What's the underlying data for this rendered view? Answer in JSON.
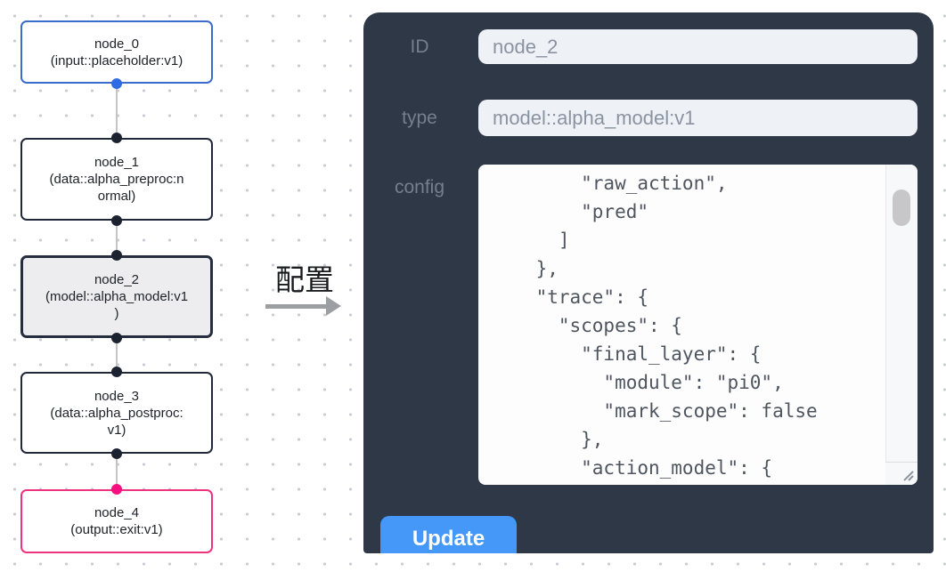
{
  "canvas": {
    "nodes": [
      {
        "id": "node_0",
        "title": "node_0",
        "subtitle": "(input::placeholder:v1)",
        "variant": "input"
      },
      {
        "id": "node_1",
        "title": "node_1",
        "subtitle": "(data::alpha_preproc:n\normal)",
        "variant": "default"
      },
      {
        "id": "node_2",
        "title": "node_2",
        "subtitle": "(model::alpha_model:v1\n)",
        "variant": "selected"
      },
      {
        "id": "node_3",
        "title": "node_3",
        "subtitle": "(data::alpha_postproc:\nv1)",
        "variant": "default"
      },
      {
        "id": "node_4",
        "title": "node_4",
        "subtitle": "(output::exit:v1)",
        "variant": "output"
      }
    ]
  },
  "annotation": {
    "label": "配置"
  },
  "panel": {
    "fields": [
      {
        "label": "ID",
        "value": "node_2"
      },
      {
        "label": "type",
        "value": "model::alpha_model:v1"
      }
    ],
    "config_label": "config",
    "config_text": "        \"raw_action\",\n        \"pred\"\n      ]\n    },\n    \"trace\": {\n      \"scopes\": {\n        \"final_layer\": {\n          \"module\": \"pi0\",\n          \"mark_scope\": false\n        },\n        \"action_model\": {",
    "update_label": "Update"
  },
  "colors": {
    "panel_bg": "#2f3847",
    "accent_blue_button": "#4598f8",
    "node_input_border": "#3b6ccc",
    "node_output_border": "#ed337d",
    "node_selected_bg": "#ededef",
    "port_blue": "#2e6ce4",
    "port_pink": "#f8117e",
    "edge_gray": "#c4c4c6"
  }
}
